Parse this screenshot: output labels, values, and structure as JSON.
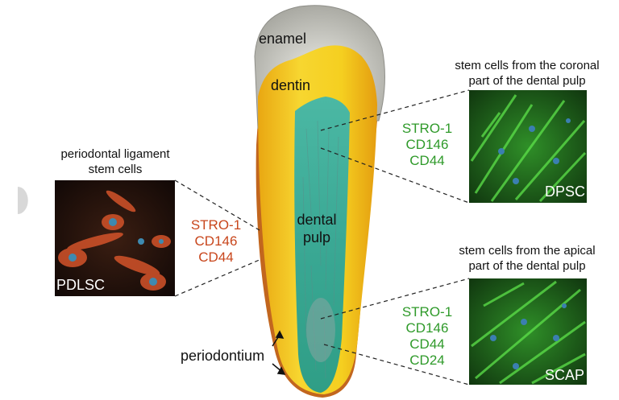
{
  "tooth_labels": {
    "enamel": "enamel",
    "dentin": "dentin",
    "dental_pulp_line1": "dental",
    "dental_pulp_line2": "pulp",
    "periodontium": "periodontium"
  },
  "pdlsc": {
    "title_line1": "periodontal ligament",
    "title_line2": "stem cells",
    "markers": [
      "STRO-1",
      "CD146",
      "CD44"
    ],
    "marker_color": "#c8461c",
    "panel_label": "PDLSC"
  },
  "dpsc": {
    "title_line1": "stem cells from the coronal",
    "title_line2": "part of the dental pulp",
    "markers": [
      "STRO-1",
      "CD146",
      "CD44"
    ],
    "marker_color": "#2f9a2a",
    "panel_label": "DPSC"
  },
  "scap": {
    "title_line1": "stem cells from the apical",
    "title_line2": "part of the dental pulp",
    "markers": [
      "STRO-1",
      "CD146",
      "CD44",
      "CD24"
    ],
    "marker_color": "#2f9a2a",
    "panel_label": "SCAP"
  },
  "colors": {
    "enamel": "#c9c9c4",
    "dentin": "#f3c81a",
    "pulp": "#3fae9a",
    "periodontium": "#c2661e"
  }
}
